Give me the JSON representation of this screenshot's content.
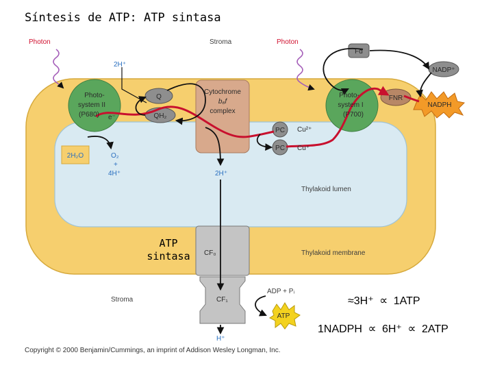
{
  "title": "Síntesis de ATP: ATP sintasa",
  "labels": {
    "photon_left": "Photon",
    "photon_right": "Photon",
    "stroma_top": "Stroma",
    "stroma_bottom": "Stroma",
    "h2_top": "2H⁺",
    "psii_line1": "Photo-",
    "psii_line2": "system II",
    "psii_line3": "(P680)",
    "electron": "e⁻",
    "q": "Q",
    "qh2": "QH₂",
    "cyt_line1": "Cytochrome",
    "cyt_line2": "b₆f",
    "cyt_line3": "complex",
    "psi_line1": "Photo-",
    "psi_line2": "system I",
    "psi_line3": "(P700)",
    "fd": "Fd",
    "nadp_plus": "NADP⁺",
    "fnr": "FNR",
    "nadph": "NADPH",
    "pc_upper": "PC",
    "pc_lower": "PC",
    "cu2": "Cu²⁺",
    "cu1": "Cu⁺",
    "water": "2H₂O",
    "o2": "O₂",
    "plus": "+",
    "h4": "4H⁺",
    "h2_lumen": "2H⁺",
    "lumen": "Thylakoid lumen",
    "membrane": "Thylakoid membrane",
    "cf0": "CF₀",
    "cf1": "CF₁",
    "adp_pi": "ADP + Pᵢ",
    "atp": "ATP",
    "h_out": "H⁺"
  },
  "atp_synthase_label": {
    "line1": "ATP",
    "line2": "sintasa"
  },
  "equations": {
    "eq1_left": "≈3H⁺",
    "eq1_rel": "∝",
    "eq1_right": "1ATP",
    "eq2_a": "1NADPH",
    "eq2_rel1": "∝",
    "eq2_b": "6H⁺",
    "eq2_rel2": "∝",
    "eq2_c": "2ATP"
  },
  "copyright": "Copyright © 2000 Benjamin/Cummings, an imprint of Addison Wesley Longman, Inc.",
  "colors": {
    "membrane": "#f6cf6e",
    "lumen": "#d9eaf2",
    "photosystem": "#5aa65c",
    "cytochrome": "#d8a98c",
    "carrier": "#8e8e8e",
    "atp_synthase": "#c4c4c4",
    "electron_path": "#c8102e",
    "atp": "#f3d21f"
  }
}
